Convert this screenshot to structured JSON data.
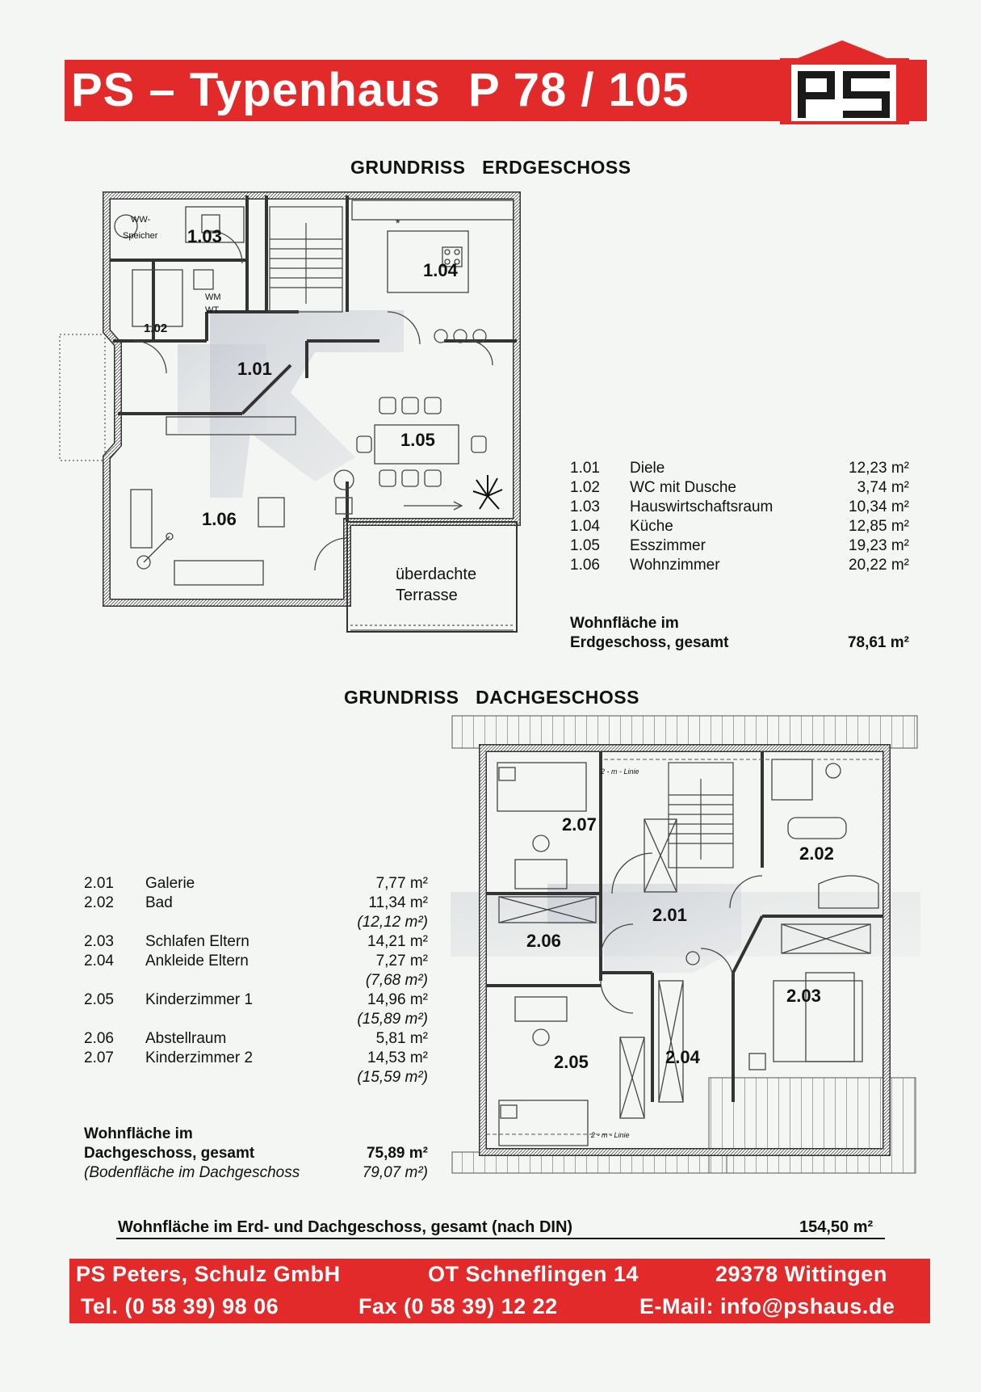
{
  "header": {
    "title": "PS – Typenhaus  P 78 / 105",
    "logo_text": "ps"
  },
  "ground_floor": {
    "title": "GRUNDRISS   ERDGESCHOSS",
    "plan_labels": {
      "r101": "1.01",
      "r102": "1.02",
      "r103": "1.03",
      "r104": "1.04",
      "r105": "1.05",
      "r106": "1.06",
      "ww": "WW-",
      "speicher": "Speicher",
      "wm": "WM",
      "wt": "WT",
      "star": "*",
      "terrace_line1": "überdachte",
      "terrace_line2": "Terrasse"
    },
    "rooms": [
      {
        "num": "1.01",
        "name": "Diele",
        "area": "12,23 m²"
      },
      {
        "num": "1.02",
        "name": "WC mit Dusche",
        "area": "3,74 m²"
      },
      {
        "num": "1.03",
        "name": "Hauswirtschaftsraum",
        "area": "10,34 m²"
      },
      {
        "num": "1.04",
        "name": "Küche",
        "area": "12,85 m²"
      },
      {
        "num": "1.05",
        "name": "Esszimmer",
        "area": "19,23 m²"
      },
      {
        "num": "1.06",
        "name": "Wohnzimmer",
        "area": "20,22 m²"
      }
    ],
    "total_label_1": "Wohnfläche im",
    "total_label_2": "Erdgeschoss, gesamt",
    "total_value": "78,61 m²"
  },
  "upper_floor": {
    "title": "GRUNDRISS   DACHGESCHOSS",
    "plan_labels": {
      "r201": "2.01",
      "r202": "2.02",
      "r203": "2.03",
      "r204": "2.04",
      "r205": "2.05",
      "r206": "2.06",
      "r207": "2.07",
      "line_a": "2 - m - Linie",
      "line_b": "2 - m - Linie"
    },
    "rooms": [
      {
        "num": "2.01",
        "name": "Galerie",
        "area": "7,77 m²",
        "floor_area": ""
      },
      {
        "num": "2.02",
        "name": "Bad",
        "area": "11,34 m²",
        "floor_area": "(12,12 m²)"
      },
      {
        "num": "2.03",
        "name": "Schlafen Eltern",
        "area": "14,21 m²",
        "floor_area": ""
      },
      {
        "num": "2.04",
        "name": "Ankleide Eltern",
        "area": "7,27 m²",
        "floor_area": "(7,68 m²)"
      },
      {
        "num": "2.05",
        "name": "Kinderzimmer 1",
        "area": "14,96 m²",
        "floor_area": "(15,89 m²)"
      },
      {
        "num": "2.06",
        "name": "Abstellraum",
        "area": "5,81 m²",
        "floor_area": ""
      },
      {
        "num": "2.07",
        "name": "Kinderzimmer 2",
        "area": "14,53 m²",
        "floor_area": "(15,59 m²)"
      }
    ],
    "total_label_1": "Wohnfläche im",
    "total_label_2": "Dachgeschoss, gesamt",
    "total_value": "75,89 m²",
    "floor_label": "(Bodenfläche im Dachgeschoss",
    "floor_value": "79,07 m²)"
  },
  "grand_total": {
    "label": "Wohnfläche im Erd- und Dachgeschoss, gesamt (nach DIN)",
    "value": "154,50 m²"
  },
  "footer": {
    "company": "PS Peters, Schulz GmbH",
    "street": "OT Schneflingen 14",
    "city": "29378 Wittingen",
    "tel": "Tel. (0 58 39) 98 06",
    "fax": "Fax (0 58 39) 12 22",
    "email": "E-Mail: info@pshaus.de"
  },
  "colors": {
    "brand_red": "#e22a2a",
    "wall": "#555555",
    "background": "#f4f6f3"
  }
}
